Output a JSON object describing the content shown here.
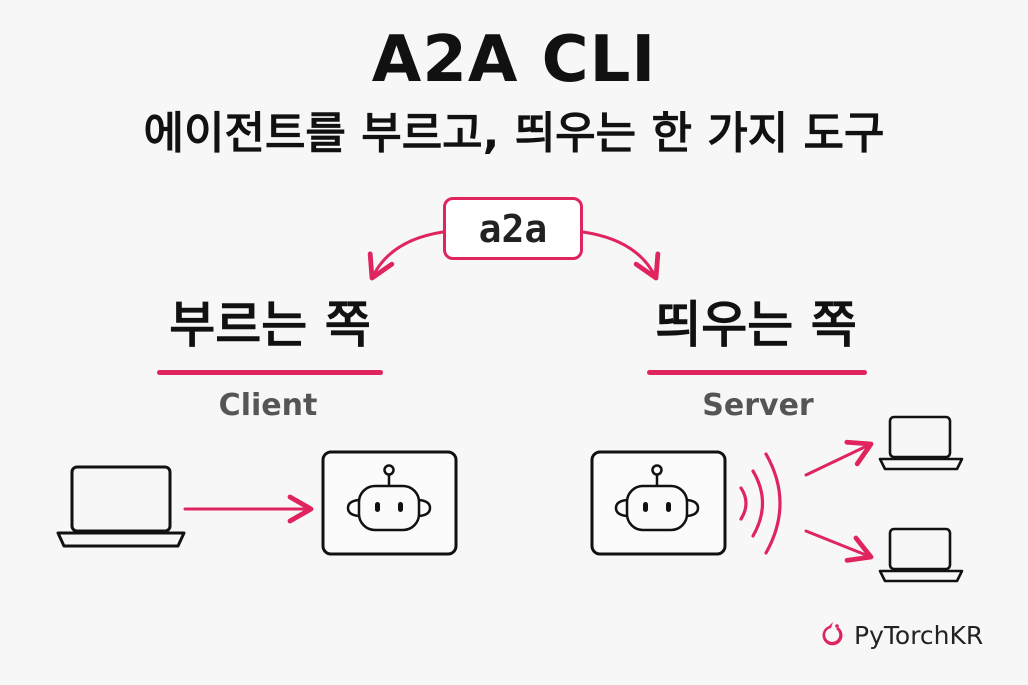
{
  "title": "A2A CLI",
  "subtitle": "에이전트를 부르고, 띄우는 한 가지 도구",
  "command": "a2a",
  "client": {
    "title": "부르는 쪽",
    "subtitle": "Client"
  },
  "server": {
    "title": "띄우는 쪽",
    "subtitle": "Server"
  },
  "brand": {
    "name": "PyTorchKR"
  },
  "icons": {
    "client_device": "laptop-icon",
    "agent": "robot-icon",
    "server_signal": "broadcast-waves-icon",
    "server_clients": "laptop-icon",
    "brand_logo": "pytorch-flame-icon"
  },
  "colors": {
    "accent": "#e0245e",
    "text": "#111111",
    "subtext": "#555555",
    "background": "#f7f7f7"
  }
}
